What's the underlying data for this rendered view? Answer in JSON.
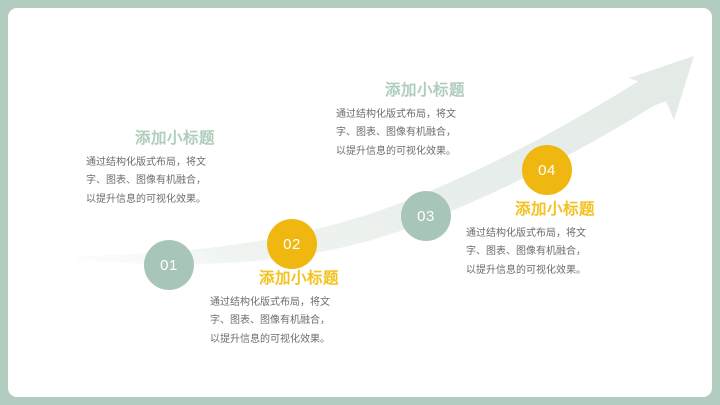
{
  "theme": {
    "page_background": "#b2ccc0",
    "card_background": "#ffffff",
    "green_accent": "#a7c6b7",
    "green_title": "#afcdbc",
    "amber_accent": "#f0b711",
    "amber_title": "#f3c220",
    "body_text": "#6d6d6d",
    "arrow_color": "#e9eeea"
  },
  "arrow": {
    "name": "upward-curved-arrow"
  },
  "steps": [
    {
      "number": "01",
      "color": "green",
      "title": "添加小标题",
      "body": "通过结构化版式布局，将文\n字、图表、图像有机融合，\n以提升信息的可视化效果。",
      "title_align": "center"
    },
    {
      "number": "02",
      "color": "amber",
      "title": "添加小标题",
      "body": "通过结构化版式布局，将文\n字、图表、图像有机融合，\n以提升信息的可视化效果。",
      "title_align": "center"
    },
    {
      "number": "03",
      "color": "green",
      "title": "添加小标题",
      "body": "通过结构化版式布局，将文\n字、图表、图像有机融合，\n以提升信息的可视化效果。",
      "title_align": "center"
    },
    {
      "number": "04",
      "color": "amber",
      "title": "添加小标题",
      "body": "通过结构化版式布局，将文\n字、图表、图像有机融合，\n以提升信息的可视化效果。",
      "title_align": "center"
    }
  ]
}
